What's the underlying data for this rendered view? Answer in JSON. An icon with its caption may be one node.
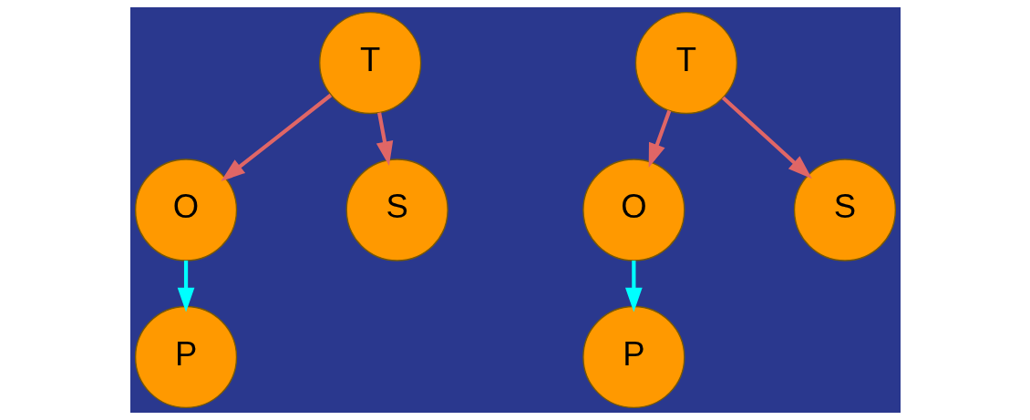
{
  "diagram": {
    "nodes": [
      {
        "text": [
          "T"
        ]
      },
      {
        "text": [
          "O"
        ]
      },
      {
        "text": [
          "S"
        ]
      },
      {
        "text": [
          "P"
        ]
      },
      {
        "text": [
          "T"
        ]
      },
      {
        "text": [
          "O"
        ]
      },
      {
        "text": [
          "S"
        ]
      },
      {
        "text": [
          "P"
        ]
      }
    ],
    "edges": [
      {
        "from": 0,
        "to": 1,
        "arrow": "to"
      },
      {
        "from": 0,
        "to": 2,
        "arrow": "to"
      },
      {
        "from": 1,
        "to": 3,
        "arrow": "to",
        "color": "#00ffff"
      },
      {
        "from": 4,
        "to": 5,
        "arrow": "to"
      },
      {
        "from": 4,
        "to": 6,
        "arrow": "to"
      },
      {
        "from": 5,
        "to": 7,
        "arrow": "to",
        "color": "#00ffff"
      }
    ]
  }
}
